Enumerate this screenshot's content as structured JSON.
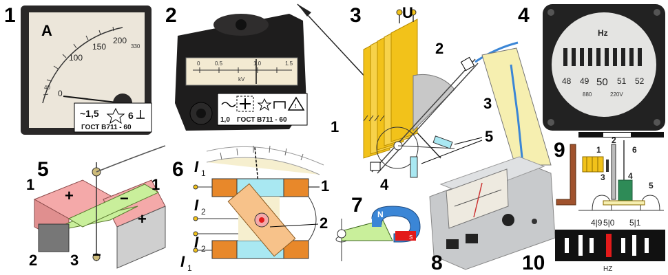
{
  "panels": {
    "p1": {
      "number": "1",
      "unit": "A",
      "scale_labels": [
        "0",
        "40",
        "100",
        "150",
        "200",
        "330"
      ],
      "symbols": "~1,5",
      "symbol_extra": "6",
      "gost": "ГОСТ В711 - 60"
    },
    "p2": {
      "number": "2",
      "unit": "kV",
      "scale_labels": [
        "0",
        "0.5",
        "1.0",
        "1.5"
      ],
      "class": "1,0",
      "gost": "ГОСТ В711 - 60"
    },
    "p3": {
      "number": "3",
      "voltage": "U",
      "label_1": "1",
      "label_2": "2",
      "label_3": "3",
      "label_4": "4",
      "label_5": "5"
    },
    "p4": {
      "number": "4",
      "unit": "Hz",
      "reeds": [
        "48",
        "49",
        "50",
        "51",
        "52"
      ],
      "rating": "880",
      "voltage": "220V"
    },
    "p5": {
      "number": "5",
      "label_1a": "1",
      "label_1b": "1",
      "label_2": "2",
      "label_3": "3",
      "plus_a": "+",
      "plus_b": "+",
      "minus_a": "−",
      "minus_b": "−"
    },
    "p6": {
      "number": "6",
      "i1_in": "I",
      "i1_in_sub": "1",
      "i2_in": "I",
      "i2_in_sub": "2",
      "i2_out": "I",
      "i2_out_sub": "2",
      "i1_out": "I",
      "i1_out_sub": "1",
      "label_1": "1",
      "label_2": "2"
    },
    "p7": {
      "number": "7",
      "pole_n": "N",
      "pole_s": "S"
    },
    "p8": {
      "number": "8"
    },
    "p9": {
      "number": "9",
      "labels": [
        "1",
        "2",
        "3",
        "4",
        "5",
        "6"
      ]
    },
    "p10": {
      "number": "10",
      "scale": [
        "4|9",
        "5|0",
        "5|1"
      ],
      "unit": "HZ"
    }
  },
  "colors": {
    "yellow": "#f2c21a",
    "pink": "#f4a9a9",
    "green": "#c9ef9b",
    "cyan": "#a9e8f2",
    "orange": "#e8882a",
    "blue": "#3b86d6",
    "red": "#e31a1a"
  }
}
